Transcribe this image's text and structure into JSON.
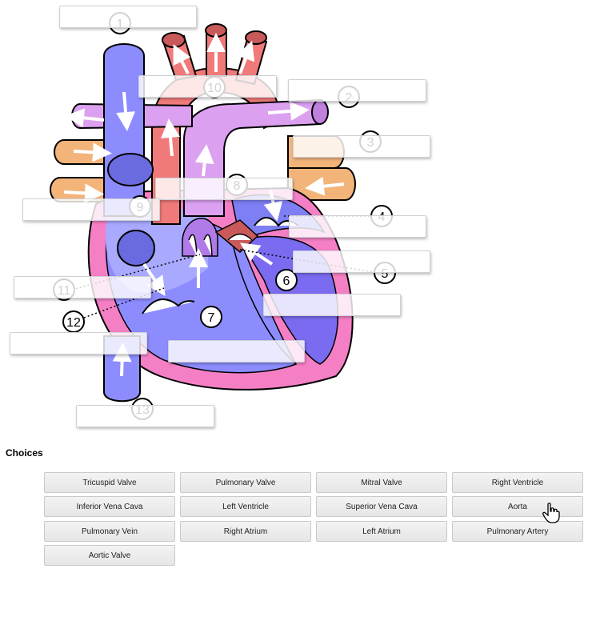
{
  "diagram": {
    "markers": [
      "1",
      "2",
      "3",
      "4",
      "5",
      "6",
      "7",
      "8",
      "9",
      "10",
      "11",
      "12",
      "13"
    ]
  },
  "choices": {
    "title": "Choices",
    "items": [
      "Tricuspid Valve",
      "Pulmonary Valve",
      "Mitral Valve",
      "Right Ventricle",
      "Inferior Vena Cava",
      "Left Ventricle",
      "Superior Vena Cava",
      "Aorta",
      "Pulmonary Vein",
      "Right Atrium",
      "Left Atrium",
      "Pulmonary Artery",
      "Aortic Valve"
    ]
  },
  "colors": {
    "blood_deoxygenated": "#8c8cff",
    "blood_oxygenated": "#f07a7a",
    "pulmonary_artery": "#dca0f0",
    "pulmonary_vein": "#f3b47a",
    "heart_wall": "#f57fc5"
  },
  "icons": {
    "cursor": "hand-pointer-icon"
  }
}
